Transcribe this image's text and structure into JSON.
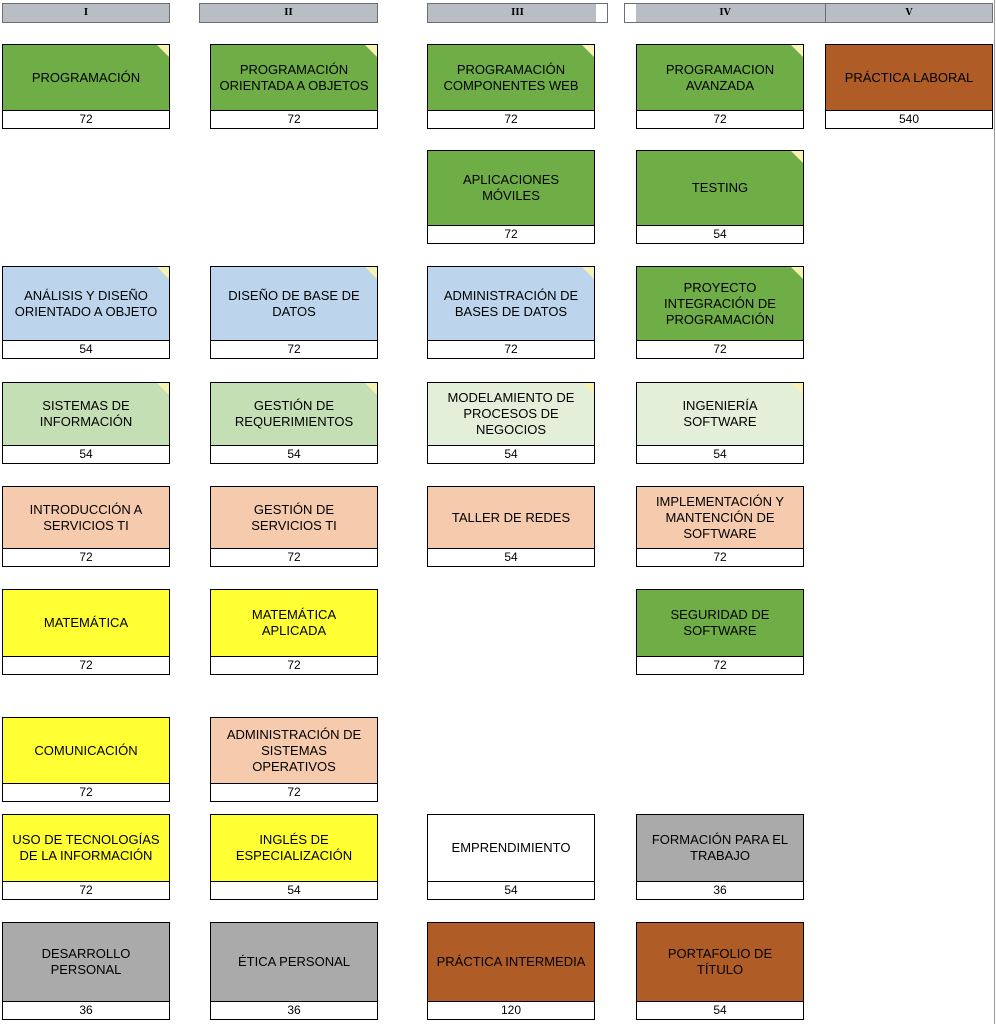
{
  "semesters": [
    "I",
    "II",
    "III",
    "IV",
    "V"
  ],
  "courses": [
    {
      "name": "PROGRAMACIÓN",
      "hours": "72",
      "color": "#6fad46"
    },
    {
      "name": "PROGRAMACIÓN\nORIENTADA A OBJETOS",
      "hours": "72",
      "color": "#6fad46"
    },
    {
      "name": "PROGRAMACIÓN\nCOMPONENTES WEB",
      "hours": "72",
      "color": "#6fad46"
    },
    {
      "name": "PROGRAMACION\nAVANZADA",
      "hours": "72",
      "color": "#6fad46"
    },
    {
      "name": "PRÁCTICA LABORAL",
      "hours": "540",
      "color": "#b05c27"
    },
    {
      "name": "APLICACIONES\nMÓVILES",
      "hours": "72",
      "color": "#6fad46"
    },
    {
      "name": "TESTING",
      "hours": "54",
      "color": "#6fad46"
    },
    {
      "name": "ANÁLISIS Y DISEÑO\nORIENTADO A OBJETO",
      "hours": "54",
      "color": "#bdd5ec"
    },
    {
      "name": "DISEÑO DE  BASE DE\nDATOS",
      "hours": "72",
      "color": "#bdd5ec"
    },
    {
      "name": "ADMINISTRACIÓN DE\nBASES DE DATOS",
      "hours": "72",
      "color": "#bdd5ec"
    },
    {
      "name": "PROYECTO\nINTEGRACIÓN DE\nPROGRAMACIÓN",
      "hours": "72",
      "color": "#6fad46"
    },
    {
      "name": "SISTEMAS DE\nINFORMACIÓN",
      "hours": "54",
      "color": "#c5dfb4"
    },
    {
      "name": "GESTIÓN DE\nREQUERIMIENTOS",
      "hours": "54",
      "color": "#c5dfb4"
    },
    {
      "name": "MODELAMIENTO DE\nPROCESOS DE\nNEGOCIOS",
      "hours": "54",
      "color": "#e3efd9"
    },
    {
      "name": "INGENIERÍA\nSOFTWARE",
      "hours": "54",
      "color": "#e3efd9"
    },
    {
      "name": "INTRODUCCIÓN A\nSERVICIOS TI",
      "hours": "72",
      "color": "#f6caad"
    },
    {
      "name": "GESTIÓN DE\nSERVICIOS TI",
      "hours": "72",
      "color": "#f6caad"
    },
    {
      "name": "TALLER DE REDES",
      "hours": "54",
      "color": "#f6caad"
    },
    {
      "name": "IMPLEMENTACIÓN Y\nMANTENCIÓN DE\nSOFTWARE",
      "hours": "72",
      "color": "#f6caad"
    },
    {
      "name": "MATEMÁTICA",
      "hours": "72",
      "color": "#ffff33"
    },
    {
      "name": "MATEMÁTICA\nAPLICADA",
      "hours": "72",
      "color": "#ffff33"
    },
    {
      "name": "SEGURIDAD DE\nSOFTWARE",
      "hours": "72",
      "color": "#6fad46"
    },
    {
      "name": "COMUNICACIÓN",
      "hours": "72",
      "color": "#ffff33"
    },
    {
      "name": "ADMINISTRACIÓN DE\nSISTEMAS\nOPERATIVOS",
      "hours": "72",
      "color": "#f6caad"
    },
    {
      "name": "USO DE TECNOLOGÍAS\nDE LA INFORMACIÓN",
      "hours": "72",
      "color": "#ffff33"
    },
    {
      "name": "INGLÉS DE\nESPECIALIZACIÓN",
      "hours": "54",
      "color": "#ffff33"
    },
    {
      "name": "EMPRENDIMIENTO",
      "hours": "54",
      "color": "#ffffff"
    },
    {
      "name": "FORMACIÓN PARA EL\nTRABAJO",
      "hours": "36",
      "color": "#aaaaaa"
    },
    {
      "name": "DESARROLLO\nPERSONAL",
      "hours": "36",
      "color": "#aaaaaa"
    },
    {
      "name": "ÉTICA PERSONAL",
      "hours": "36",
      "color": "#aaaaaa"
    },
    {
      "name": "PRÁCTICA INTERMEDIA",
      "hours": "120",
      "color": "#b05c27"
    },
    {
      "name": "PORTAFOLIO DE\nTÍTULO",
      "hours": "54",
      "color": "#b05c27"
    }
  ]
}
